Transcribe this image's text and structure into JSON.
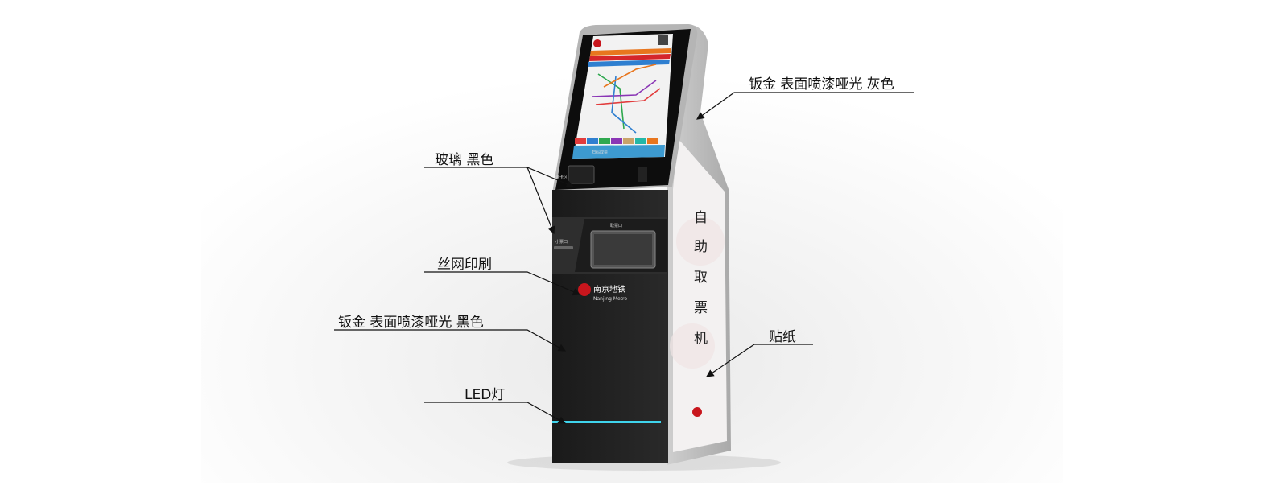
{
  "annotations": {
    "gray_sheet_metal": "钣金 表面喷漆哑光 灰色",
    "glass": "玻璃 黑色",
    "silk_screen": "丝网印刷",
    "black_sheet_metal": "钣金 表面喷漆哑光 黑色",
    "led": "LED灯",
    "sticker": "贴纸"
  },
  "kiosk": {
    "side_text": [
      "自",
      "助",
      "取",
      "票",
      "机"
    ],
    "logo_cn": "南京地铁",
    "logo_en": "Nanjing Metro",
    "ticket_outlet": "取票口",
    "receipt_outlet": "小票口",
    "card_reader": "读卡区",
    "screen_button": "扫码取票",
    "led_color": "#3fd4ec",
    "brand_color": "#c8161d",
    "metro_line_colors": [
      "#e23c3c",
      "#2f7fd0",
      "#2fa84f",
      "#8a35b5",
      "#c9a36a",
      "#25b7a7",
      "#e8761e"
    ]
  }
}
